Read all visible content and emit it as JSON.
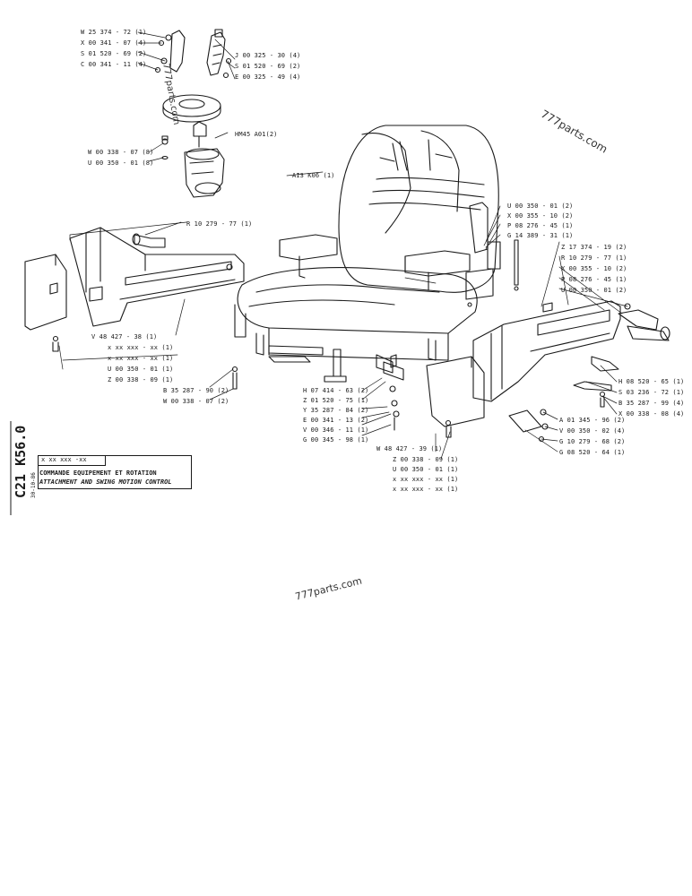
{
  "watermarks": {
    "top_rotated": "777parts.com",
    "right_rotated": "777parts.com",
    "center": "777parts.com"
  },
  "title_block": {
    "reference": "C21 K56.0",
    "date": "30-10-86",
    "part_code": "x xx xxx -xx",
    "title_fr": "COMMANDE EQUIPEMENT ET ROTATION",
    "title_en": "ATTACHMENT AND SWING MOTION CONTROL"
  },
  "callouts": {
    "top_left": [
      "W 25 374 - 72 (1)",
      "X 00 341 - 07 (4)",
      "S 01 520 - 69 (2)",
      "C 00 341 - 11 (4)"
    ],
    "top_right": [
      "J 00 325 - 30 (4)",
      "S 01 520 - 69 (2)",
      "E 00 325 - 49 (4)"
    ],
    "joystick": "HM45 A01(2)",
    "screws_left": [
      "W 00 338 - 07 (8)",
      "U 00 350 - 01 (8)"
    ],
    "seat": "AI3 K06 (1)",
    "left_arm_top": "R 10 279 - 77 (1)",
    "left_bottom": [
      "V 48 427 - 38 (1)",
      "x xx xxx - xx (1)",
      "x xx xxx - xx (1)",
      "U 00 350 - 01 (1)",
      "Z 00 338 - 09 (1)"
    ],
    "under_seat_left": [
      "B 35 287 - 90 (2)",
      "W 00 338 - 07 (2)"
    ],
    "under_seat_center": [
      "H 07 414 - 63 (2)",
      "Z 01 520 - 75 (1)",
      "Y 35 287 - 84 (2)",
      "E 00 341 - 13 (2)",
      "V 00 346 - 11 (1)",
      "G 00 345 - 98 (1)"
    ],
    "right_bottom_center": [
      "W 48 427 - 39 (1)",
      "Z 00 338 - 09 (1)",
      "U 00 350 - 01 (1)",
      "x xx xxx - xx (1)",
      "x xx xxx - xx (1)"
    ],
    "right_upper": [
      "U 00 350 - 01 (2)",
      "X 00 355 - 10 (2)",
      "P 08 276 - 45 (1)",
      "G 14 389 - 31 (1)"
    ],
    "right_mid": [
      "Z 17 374 - 19 (2)",
      "R 10 279 - 77 (1)",
      "X 00 355 - 10 (2)",
      "P 08 276 - 45 (1)",
      "U 00 350 - 01 (2)"
    ],
    "right_lower": [
      "H 08 520 - 65 (1)",
      "S 03 236 - 72 (1)",
      "B 35 287 - 99 (4)",
      "X 00 338 - 08 (4)"
    ],
    "right_bottom": [
      "A 01 345 - 96 (2)",
      "V 00 350 - 02 (4)",
      "G 10 279 - 68 (2)",
      "G 08 520 - 64 (1)"
    ]
  }
}
